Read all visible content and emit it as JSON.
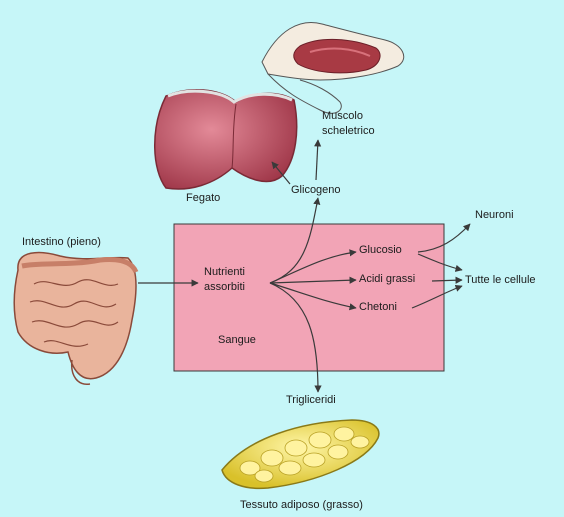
{
  "labels": {
    "muscle": "Muscolo",
    "muscle2": "scheletrico",
    "liver": "Fegato",
    "glycogen": "Glicogeno",
    "intestine": "Intestino (pieno)",
    "nutrients": "Nutrienti",
    "nutrients2": "assorbiti",
    "blood": "Sangue",
    "glucose": "Glucosio",
    "fatty_acids": "Acidi grassi",
    "ketones": "Chetoni",
    "neurons": "Neuroni",
    "all_cells": "Tutte le cellule",
    "triglycerides": "Trigliceridi",
    "adipose": "Tessuto adiposo (grasso)"
  },
  "colors": {
    "background": "#c6f6f8",
    "blood_box": "#f2a4b6",
    "liver": "#b8485a",
    "muscle": "#a83a44",
    "intestine": "#e9b49c",
    "adipose": "#f2e15a",
    "arrow": "#3a3a3a"
  }
}
